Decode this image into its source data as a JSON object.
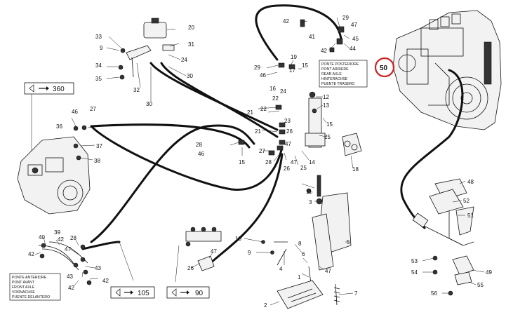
{
  "refs": {
    "top_left": "360",
    "bottom_mid": "105",
    "bottom_right": "90"
  },
  "highlight": {
    "label": "50",
    "color": "#cc2222"
  },
  "rear_axle_box": [
    "PONTE POSTERIORE",
    "PONT ARRIERE",
    "REAR AXLE",
    "HINTERACHSE",
    "PUENTE TRASERO"
  ],
  "front_axle_box": [
    "PONTE ANTERIORE",
    "PONT AVANT",
    "FRONT AXLE",
    "VORNACHSE",
    "PUENTE DELANTERO"
  ],
  "labels": {
    "l1": "1",
    "l2": "2",
    "l3": "3",
    "l4": "4",
    "l5": "5",
    "l6": "6",
    "l7": "7",
    "l8": "8",
    "l9a": "9",
    "l9b": "9",
    "l10": "10",
    "l11": "11",
    "l12": "12",
    "l13": "13",
    "l14": "14",
    "l15a": "15",
    "l15b": "15",
    "l16": "16",
    "l17": "17",
    "l18": "18",
    "l19": "19",
    "l20": "20",
    "l21a": "21",
    "l21b": "21",
    "l22a": "22",
    "l22b": "22",
    "l23": "23",
    "l24a": "24",
    "l24b": "24",
    "l25": "25",
    "l26a": "26",
    "l26b": "26",
    "l27a": "27",
    "l27b": "27",
    "l28a": "28",
    "l28b": "28",
    "l29a": "29",
    "l29b": "29",
    "l30a": "30",
    "l30b": "30",
    "l31": "31",
    "l32": "32",
    "l33": "33",
    "l34": "34",
    "l35": "35",
    "l36": "36",
    "l37": "37",
    "l38": "38",
    "l39": "39",
    "l40": "40",
    "l41": "41",
    "l42a": "42",
    "l42b": "42",
    "l42c": "42",
    "l42d": "42",
    "l42e": "42",
    "l43a": "43",
    "l43b": "43",
    "l44": "44",
    "l45": "45",
    "l46a": "46",
    "l46b": "46",
    "l46c": "46",
    "l47a": "47",
    "l47b": "47",
    "l47c": "47",
    "l47d": "47",
    "l47e": "47",
    "l48": "48",
    "l49": "49",
    "l51": "51",
    "l52": "52",
    "l53": "53",
    "l54": "54",
    "l55": "55",
    "l56": "56"
  }
}
